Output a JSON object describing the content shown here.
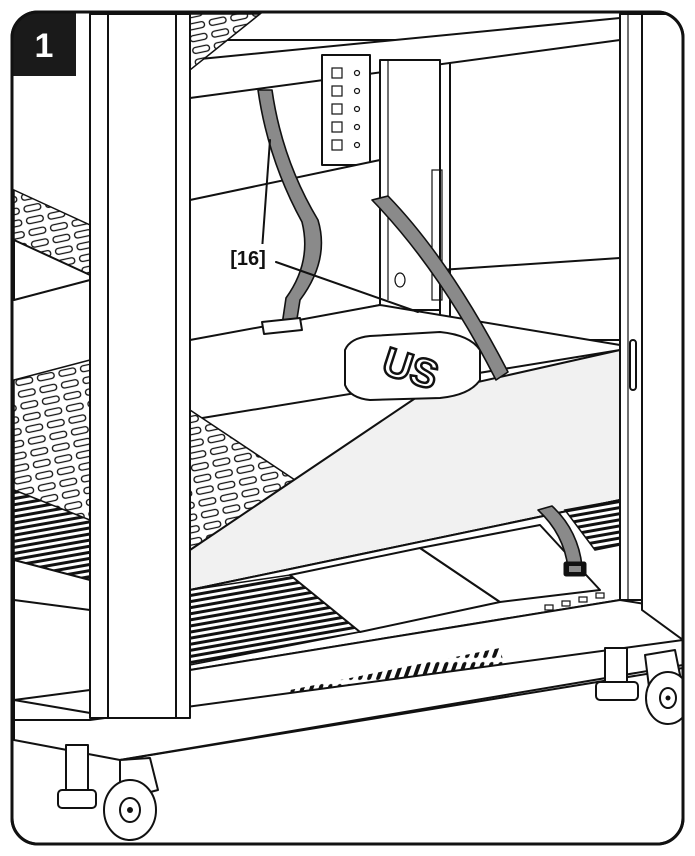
{
  "step": {
    "number": "1"
  },
  "callout": {
    "label": "[16]"
  },
  "logo": {
    "text": "US"
  },
  "colors": {
    "badge": "#1a1a1a",
    "strap": "#8a8a8a",
    "line": "#111111",
    "paper": "#ffffff",
    "panel": "#f1f1f1"
  }
}
